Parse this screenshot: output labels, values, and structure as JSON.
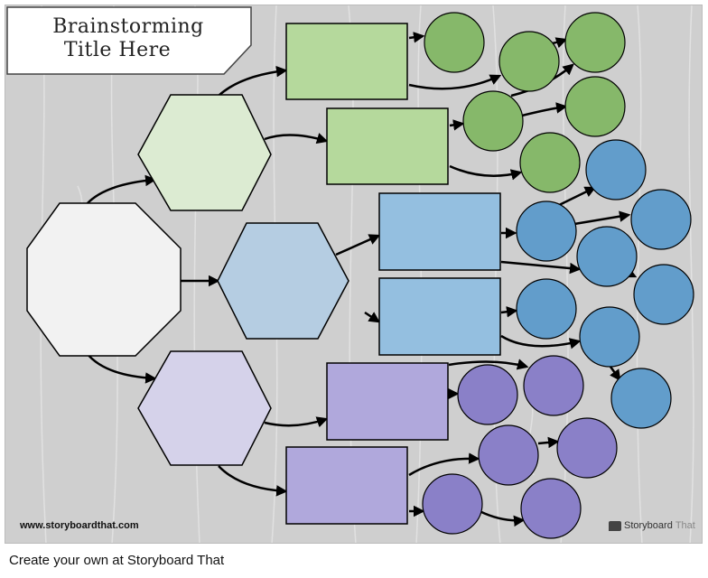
{
  "title": {
    "line1": "Brainstorming",
    "line2": "Title Here"
  },
  "footer": {
    "url": "www.storyboardthat.com",
    "brand_main": "Storyboard",
    "brand_suffix": "That"
  },
  "caption": "Create your own at Storyboard That",
  "colors": {
    "green": "#b5d99c",
    "green_circle": "#86b86a",
    "blue": "#94bfe0",
    "blue_circle": "#629dcb",
    "purple": "#b0a8dc",
    "purple_circle": "#8a80c8",
    "hex_green": "#dcebd2",
    "hex_blue": "#b5cde2",
    "hex_purple": "#d5d2ea",
    "center": "#f2f2f2",
    "background": "#cfcfcf"
  }
}
